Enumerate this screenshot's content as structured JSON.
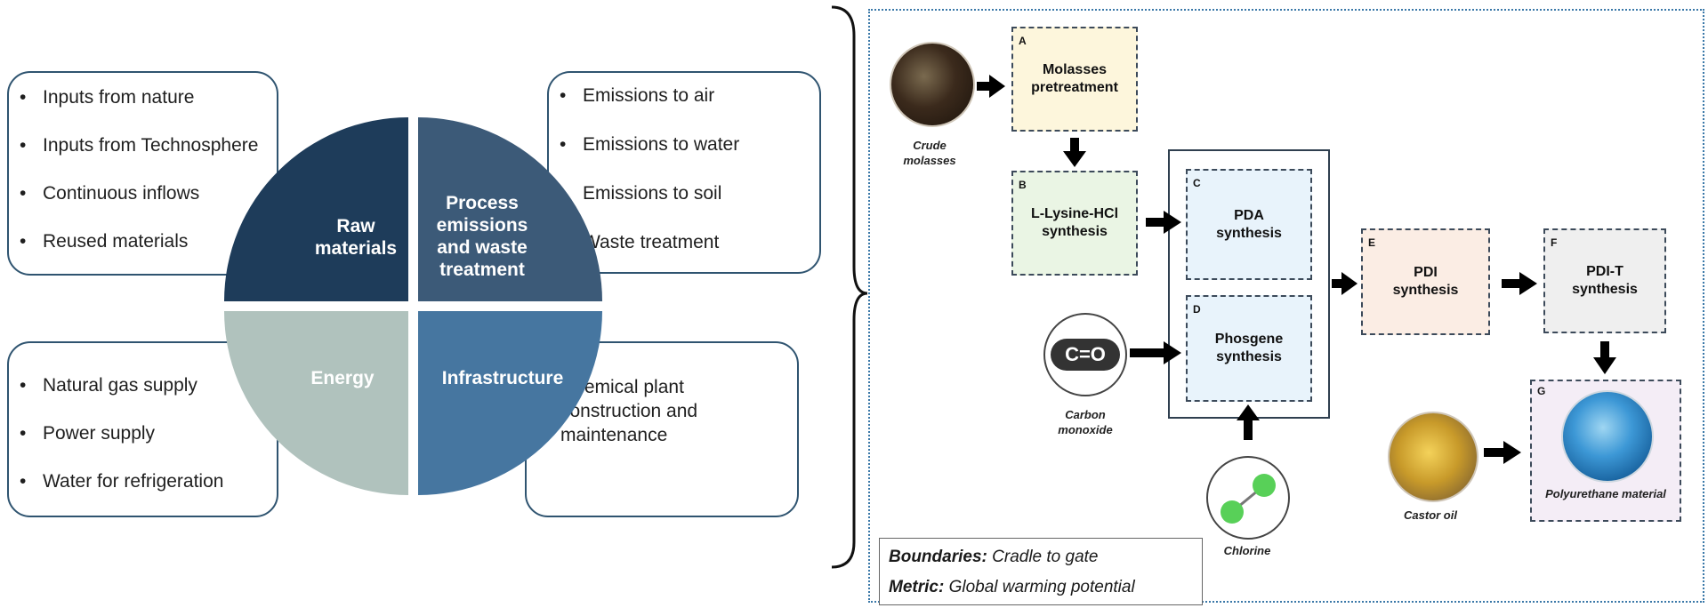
{
  "lca_wheel": {
    "quadrants": {
      "raw_materials": {
        "label": "Raw materials",
        "color": "#1e3c5a"
      },
      "process_emissions": {
        "label": "Process emissions and waste treatment",
        "color": "#3c5a78"
      },
      "energy": {
        "label": "Energy",
        "color": "#b0c2bd"
      },
      "infrastructure": {
        "label": "Infrastructure",
        "color": "#4676a0"
      }
    },
    "raw_materials_items": [
      "Inputs from nature",
      "Inputs from Technosphere",
      "Continuous inflows",
      "Reused materials"
    ],
    "emissions_items": [
      "Emissions to air",
      "Emissions to water",
      "Emissions to soil",
      "Waste treatment"
    ],
    "energy_items": [
      "Natural gas supply",
      "Power supply",
      "Water for refrigeration"
    ],
    "infrastructure_items": [
      "Chemical plant construction and maintenance"
    ]
  },
  "process_flow": {
    "steps": {
      "A": {
        "tag": "A",
        "label": "Molasses pretreatment",
        "fill": "#fdf6dc"
      },
      "B": {
        "tag": "B",
        "label": "L-Lysine-HCl synthesis",
        "fill": "#eaf5e4"
      },
      "C": {
        "tag": "C",
        "label": "PDA synthesis",
        "fill": "#e8f3fb"
      },
      "D": {
        "tag": "D",
        "label": "Phosgene synthesis",
        "fill": "#e8f3fb"
      },
      "E": {
        "tag": "E",
        "label": "PDI synthesis",
        "fill": "#fbede4"
      },
      "F": {
        "tag": "F",
        "label": "PDI-T synthesis",
        "fill": "#efefef"
      },
      "G": {
        "tag": "G",
        "label": "Polyurethane material",
        "fill": "#f4edf6"
      }
    },
    "inputs": {
      "crude_molasses": "Crude molasses",
      "carbon_monoxide": "Carbon monoxide",
      "chlorine": "Chlorine",
      "castor_oil": "Castor oil"
    },
    "co_symbol": "C=O",
    "scope": {
      "boundaries_label": "Boundaries:",
      "boundaries_value": "Cradle to gate",
      "metric_label": "Metric:",
      "metric_value": "Global warming potential"
    }
  }
}
